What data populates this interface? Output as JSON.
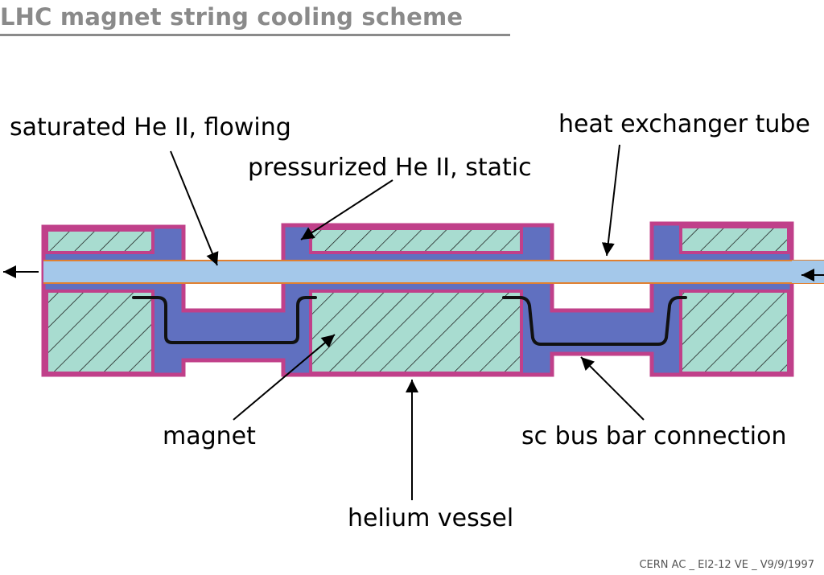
{
  "title": "LHC magnet string cooling scheme",
  "labels": {
    "saturated": "saturated He II, flowing",
    "heat_exchanger": "heat exchanger tube",
    "pressurized": "pressurized He II, static",
    "magnet": "magnet",
    "bus_bar": "sc bus bar connection",
    "vessel": "helium vessel"
  },
  "footer": "CERN AC _ EI2-12 VE _ V9/9/1997",
  "colors": {
    "vessel_outline": "#c0408a",
    "pressurized_he": "#6070c0",
    "magnet_fill": "#a8dcd0",
    "heat_exchanger_tube": "#a4c8ea",
    "tube_wall": "#e08030"
  }
}
